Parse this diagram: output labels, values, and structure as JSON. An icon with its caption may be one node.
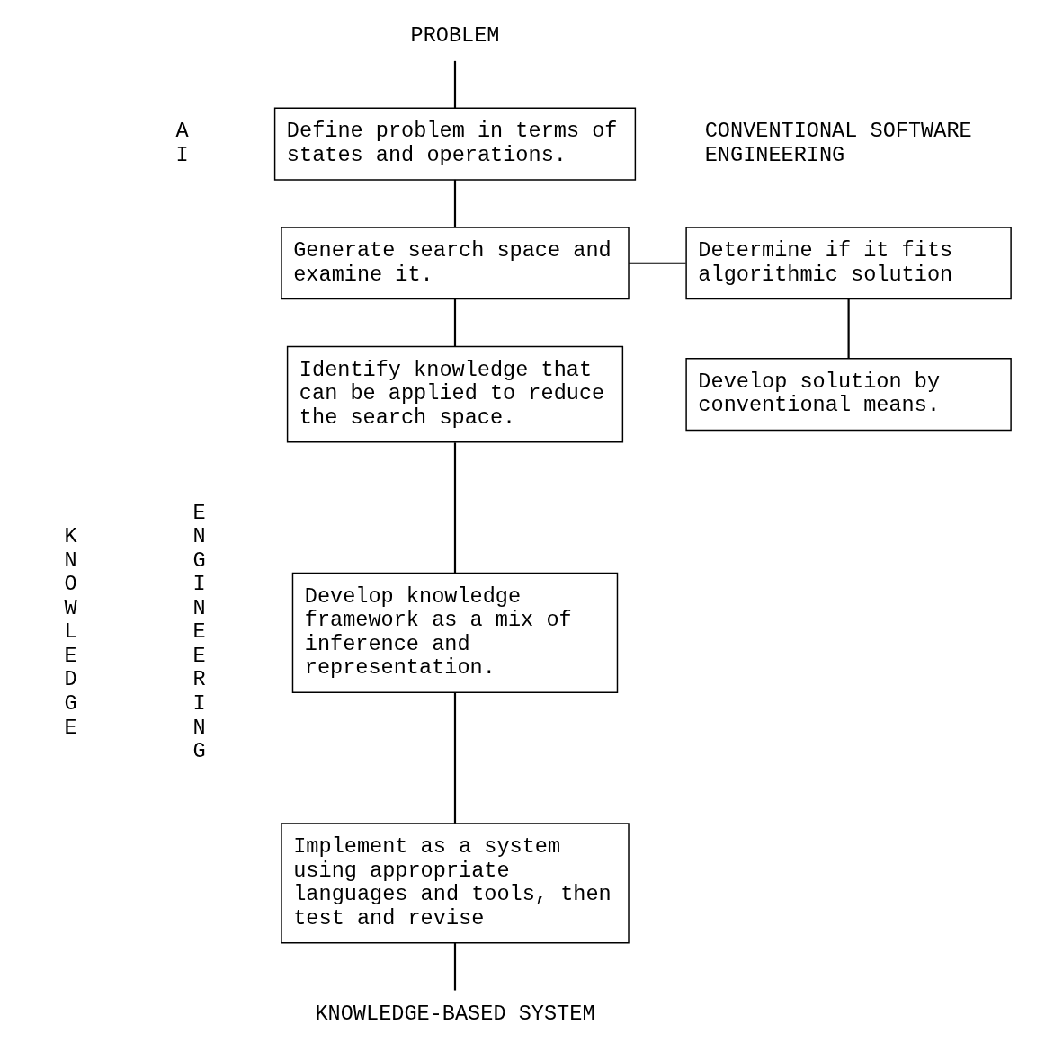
{
  "diagram": {
    "nodes": [
      {
        "text": [
          "PROBLEM"
        ]
      },
      {
        "text": [
          "Define problem in terms of states and operations."
        ]
      },
      {
        "text": [
          "Generate search space and examine it."
        ]
      },
      {
        "text": [
          "Identify knowledge that can be applied to reduce the search space."
        ]
      },
      {
        "text": [
          "Develop knowledge framework as a mix of inference and representation."
        ]
      },
      {
        "text": [
          "Implement as a system using appropriate languages and tools, then test and revise"
        ]
      },
      {
        "text": [
          "Determine if it fits algorithmic solution"
        ]
      },
      {
        "text": [
          "Develop solution by conventional means."
        ]
      },
      {
        "text": [
          "KNOWLEDGE-BASED SYSTEM"
        ]
      }
    ],
    "edges": [
      {
        "from": 0,
        "to": 1,
        "arrow": "none"
      },
      {
        "from": 1,
        "to": 2,
        "arrow": "none"
      },
      {
        "from": 2,
        "to": 3,
        "arrow": "none"
      },
      {
        "from": 3,
        "to": 4,
        "arrow": "none"
      },
      {
        "from": 4,
        "to": 5,
        "arrow": "none"
      },
      {
        "from": 5,
        "to": 8,
        "arrow": "none"
      },
      {
        "from": 2,
        "to": 6,
        "arrow": "none"
      },
      {
        "from": 6,
        "to": 7,
        "arrow": "none"
      }
    ],
    "labels": [
      "CONVENTIONAL SOFTWARE ENGINEERING",
      "AI",
      "KNOWLEDGE",
      "ENGINEERING"
    ]
  }
}
